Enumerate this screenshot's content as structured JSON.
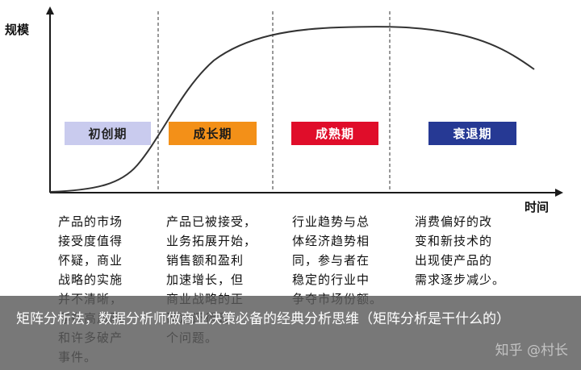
{
  "axes": {
    "y_label": "规模",
    "x_label": "时间"
  },
  "colors": {
    "axis": "#1a1a1a",
    "curve": "#333333",
    "divider": "#555555"
  },
  "phases": [
    {
      "label": "初创期",
      "bg": "#c9cbee",
      "fg": "#222222"
    },
    {
      "label": "成长期",
      "bg": "#f39018",
      "fg": "#1a1a1a"
    },
    {
      "label": "成熟期",
      "bg": "#e00d2a",
      "fg": "#ffffff"
    },
    {
      "label": "衰退期",
      "bg": "#263994",
      "fg": "#ffffff"
    }
  ],
  "descriptions": [
    "产品的市场\n接受度值得\n怀疑，商业\n战略的实施\n并不清晰，\n存在高风险\n和许多破产\n事件。",
    "产品已被接受，\n业务拓展开始，\n销售额和盈利\n加速增长，但\n商业战略的正\n确定还得是\n个问题。",
    "行业趋势与总\n体经济趋势相\n同，参与者在\n稳定的行业中\n争夺市场份额。",
    "消费偏好的改\n变和新技术的\n出现使产品的\n需求逐步减少。"
  ],
  "caption": {
    "text": "矩阵分析法，数据分析师做商业决策必备的经典分析思维（矩阵分析是干什么的）"
  },
  "watermark": "知乎 @村长"
}
